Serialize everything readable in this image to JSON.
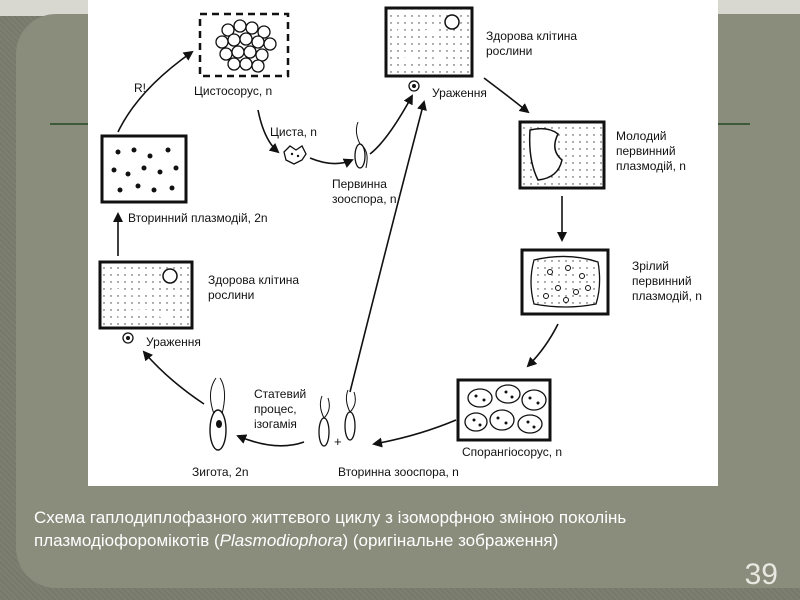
{
  "slide": {
    "caption_part1": "Схема гаплодиплофазного життєвого циклу з ізоморфною зміною поколінь плазмодіофоромікотів (",
    "caption_italic": "Plasmodiophora",
    "caption_part2": ") (оригінальне зображення)",
    "page_number": "39"
  },
  "diagram": {
    "labels": {
      "cystosorus": "Цистосорус, n",
      "r_mark": "R!",
      "healthy_top_1": "Здорова клітина",
      "healthy_top_2": "рослини",
      "infection_top": "Ураження",
      "cyst": "Циста, n",
      "primary_zoo_1": "Первинна",
      "primary_zoo_2": "зооспора, n",
      "young_plas_1": "Молодий",
      "young_plas_2": "первинний",
      "young_plas_3": "плазмодій, n",
      "secondary_plas": "Вторинний плазмодій, 2n",
      "healthy_left_1": "Здорова клітина",
      "healthy_left_2": "рослини",
      "infection_left": "Ураження",
      "mature_plas_1": "Зрілий",
      "mature_plas_2": "первинний",
      "mature_plas_3": "плазмодій, n",
      "sexual_1": "Статевий",
      "sexual_2": "процес,",
      "sexual_3": "ізогамія",
      "plus": "+",
      "sporangiosorus": "Спорангіосорус, n",
      "zygote": "Зигота, 2n",
      "secondary_zoo": "Вторинна зооспора, n"
    }
  }
}
